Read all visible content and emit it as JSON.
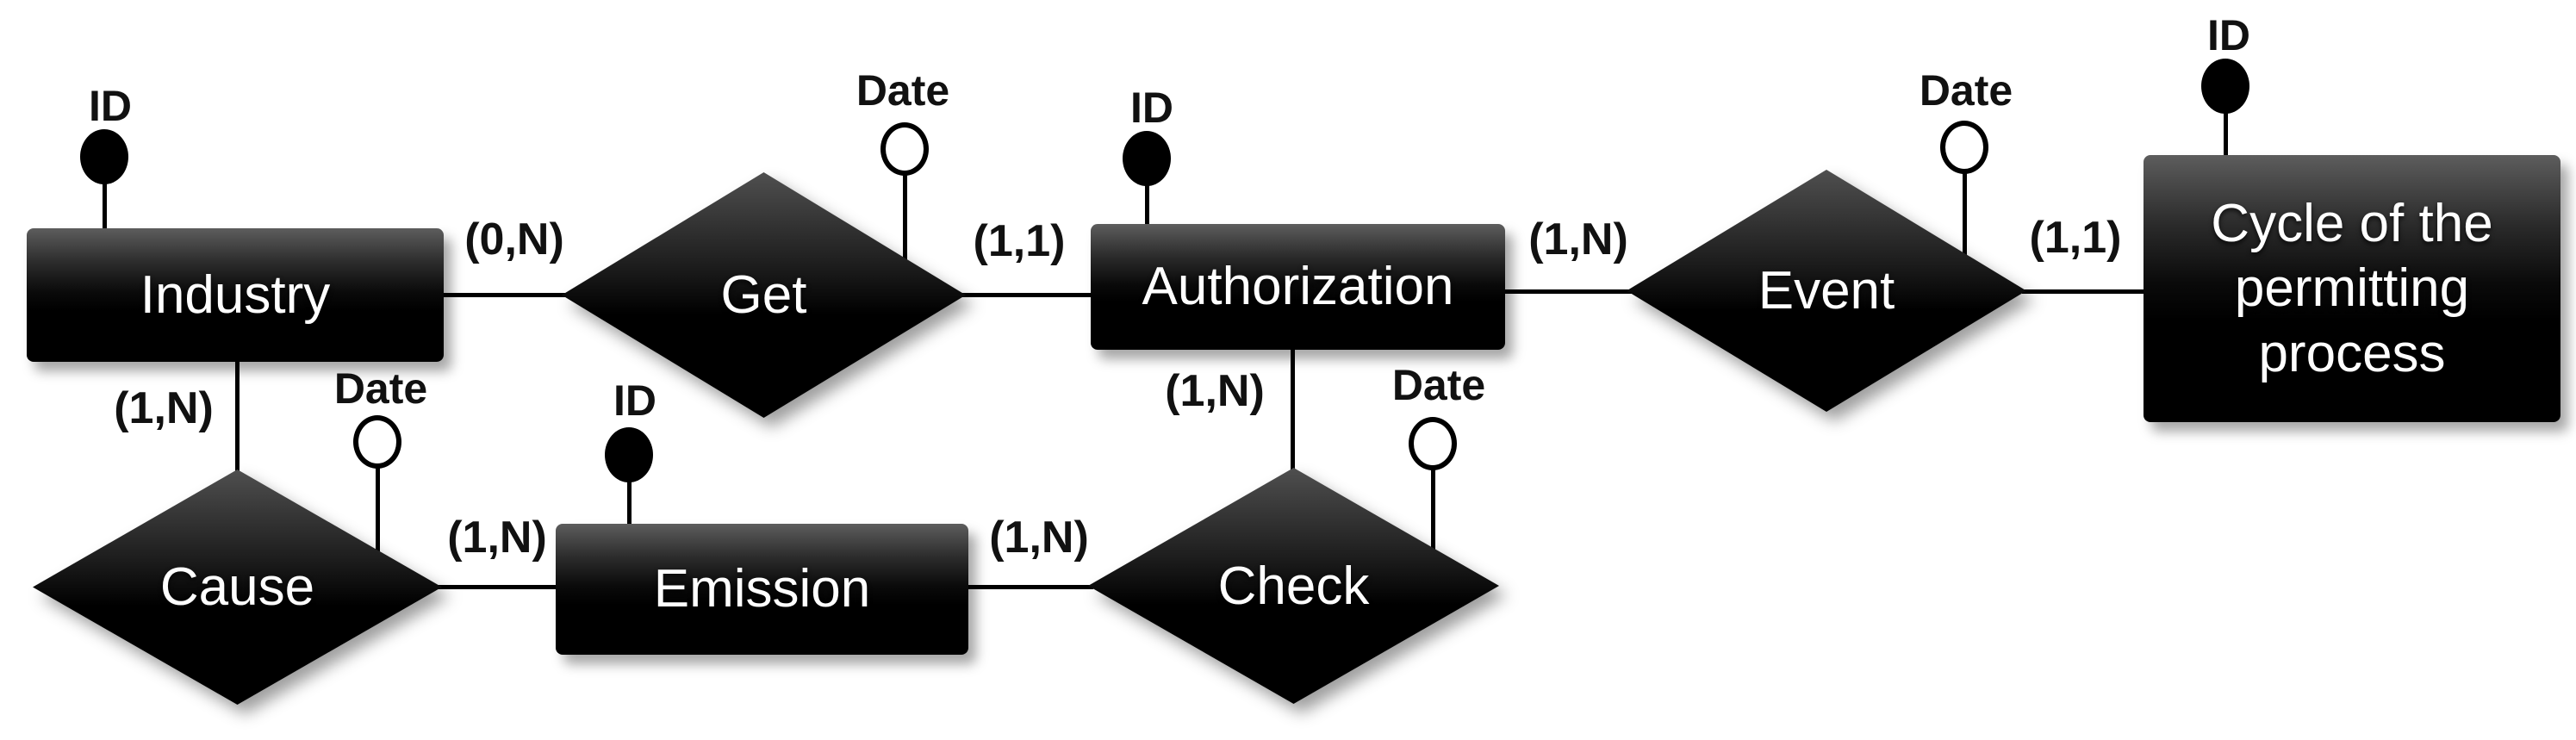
{
  "diagram": {
    "type": "entity-relationship-diagram",
    "colors": {
      "background": "#ffffff",
      "shape_fill": "#000000",
      "shape_highlight": "#5d5d5d",
      "shape_text": "#ffffff",
      "line": "#000000",
      "label_text": "#111111"
    },
    "entities": [
      {
        "label": "Industry"
      },
      {
        "label": "Authorization"
      },
      {
        "label": "Emission"
      },
      {
        "label": "Cycle of the permitting process"
      }
    ],
    "relationships": [
      {
        "label": "Get",
        "between": "Industry and Authorization"
      },
      {
        "label": "Event",
        "between": "Authorization and Cycle of the permitting process"
      },
      {
        "label": "Cause",
        "between": "Industry and Emission"
      },
      {
        "label": "Check",
        "between": "Emission and Authorization"
      }
    ],
    "attributes": [
      {
        "label": "ID",
        "owner": "Industry",
        "kind": "identifier",
        "marker": "filled-circle"
      },
      {
        "label": "Date",
        "owner": "Get",
        "kind": "attribute",
        "marker": "open-circle"
      },
      {
        "label": "ID",
        "owner": "Authorization",
        "kind": "identifier",
        "marker": "filled-circle"
      },
      {
        "label": "Date",
        "owner": "Event",
        "kind": "attribute",
        "marker": "open-circle"
      },
      {
        "label": "ID",
        "owner": "Cycle of the permitting process",
        "kind": "identifier",
        "marker": "filled-circle"
      },
      {
        "label": "Date",
        "owner": "Cause",
        "kind": "attribute",
        "marker": "open-circle"
      },
      {
        "label": "ID",
        "owner": "Emission",
        "kind": "identifier",
        "marker": "filled-circle"
      },
      {
        "label": "Date",
        "owner": "Check",
        "kind": "attribute",
        "marker": "open-circle"
      }
    ],
    "cardinalities": [
      {
        "label": "(0,N)",
        "edge": "Industry - Get"
      },
      {
        "label": "(1,1)",
        "edge": "Get - Authorization"
      },
      {
        "label": "(1,N)",
        "edge": "Authorization - Event"
      },
      {
        "label": "(1,1)",
        "edge": "Event - Cycle of the permitting process"
      },
      {
        "label": "(1,N)",
        "edge": "Industry - Cause"
      },
      {
        "label": "(1,N)",
        "edge": "Cause - Emission"
      },
      {
        "label": "(1,N)",
        "edge": "Emission - Check"
      },
      {
        "label": "(1,N)",
        "edge": "Authorization - Check"
      }
    ]
  }
}
